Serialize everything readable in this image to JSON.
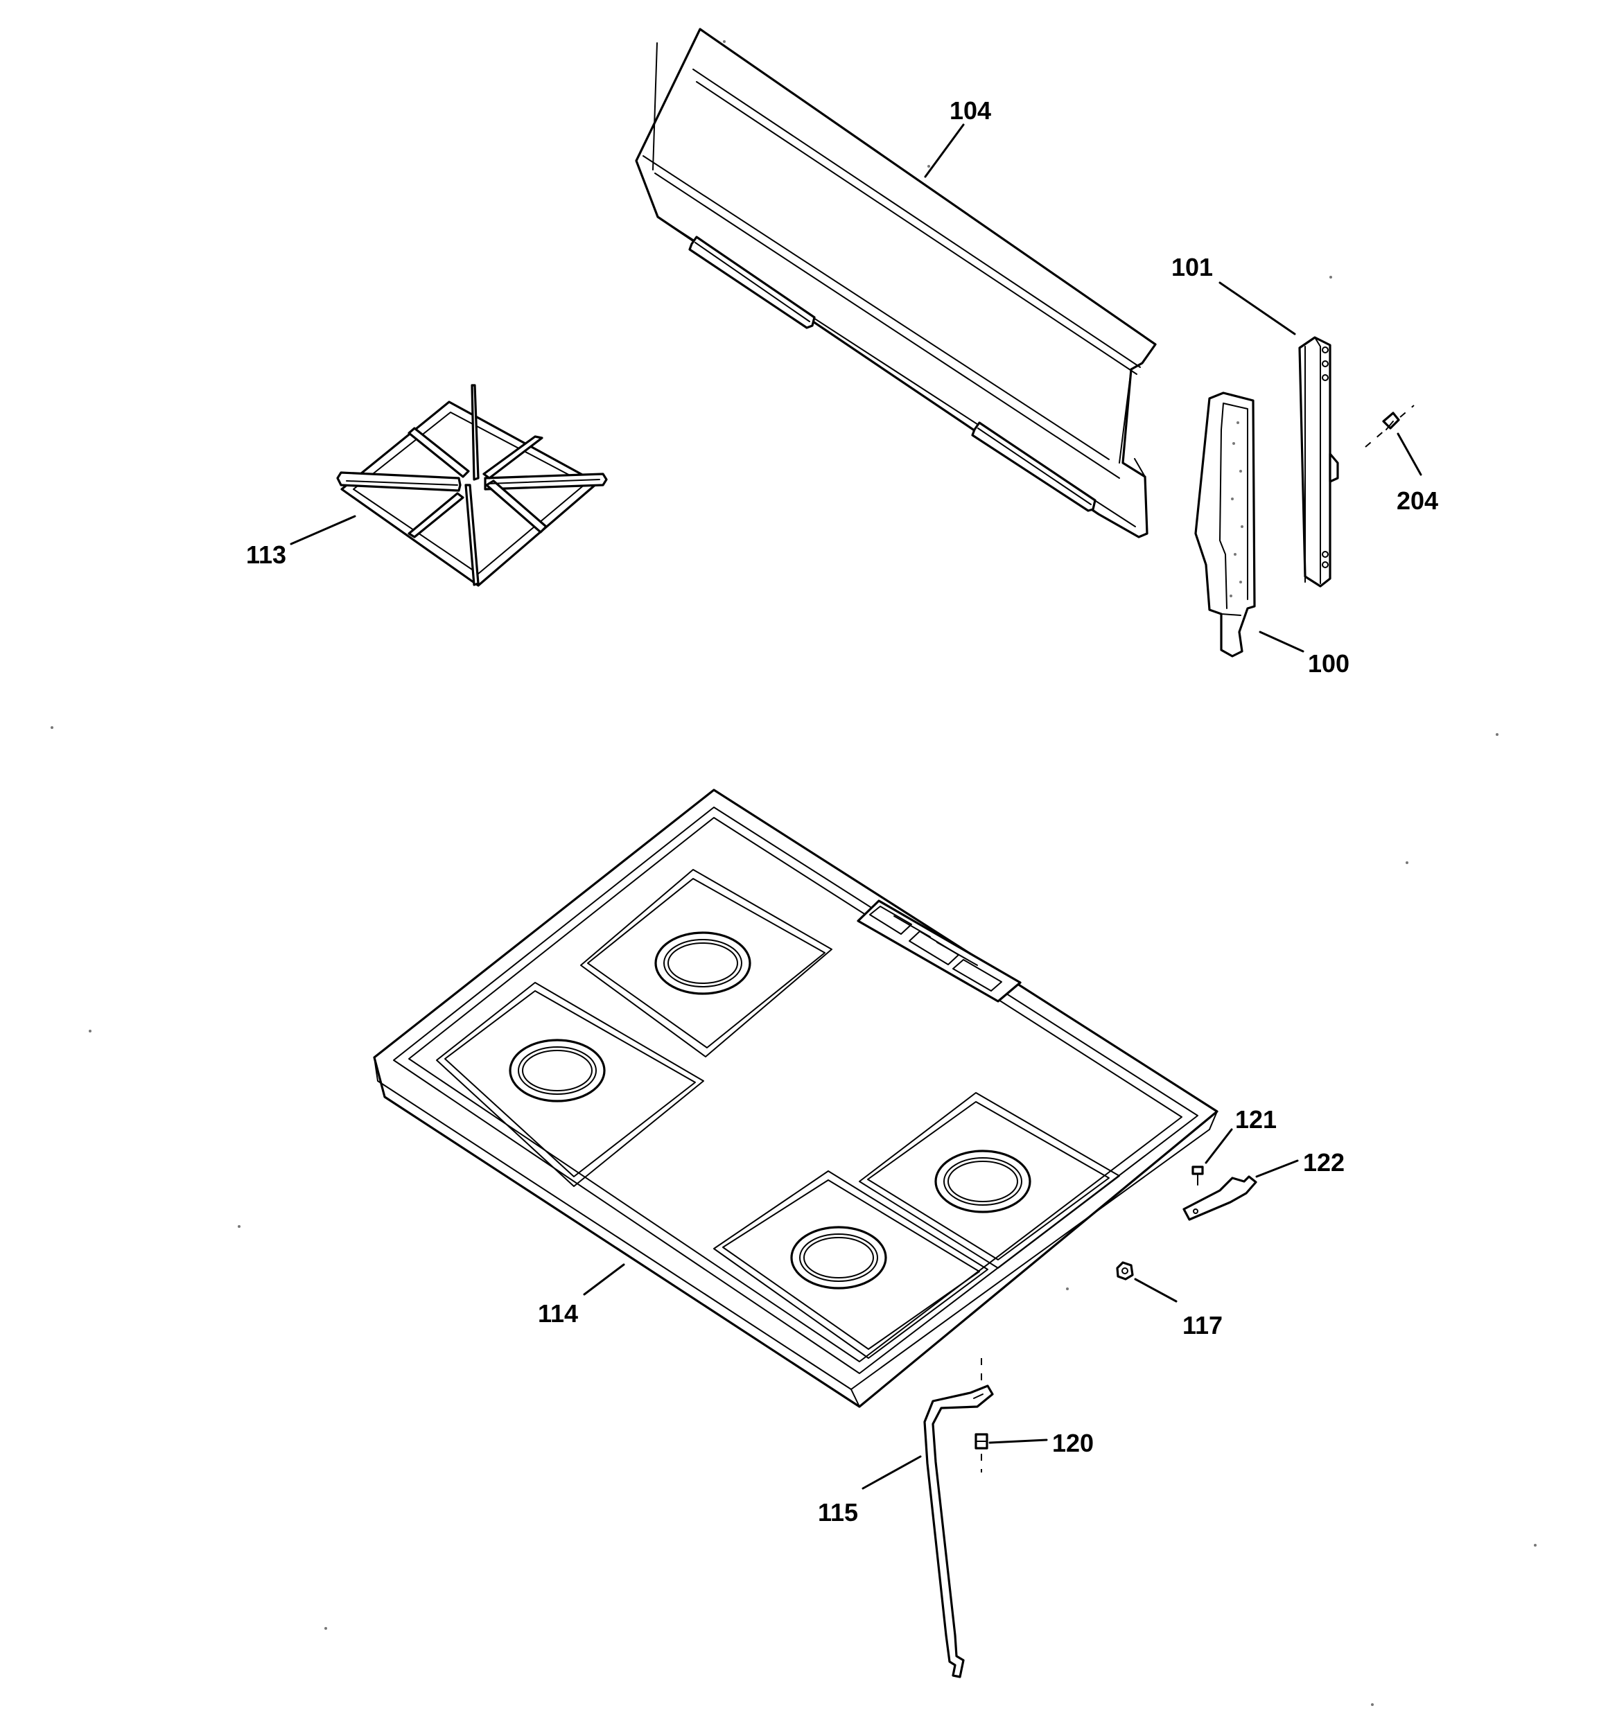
{
  "callouts": {
    "c100": "100",
    "c101": "101",
    "c104": "104",
    "c113": "113",
    "c114": "114",
    "c115": "115",
    "c117": "117",
    "c120": "120",
    "c121": "121",
    "c122": "122",
    "c204": "204"
  },
  "colors": {
    "line": "#000000",
    "background": "#ffffff"
  }
}
